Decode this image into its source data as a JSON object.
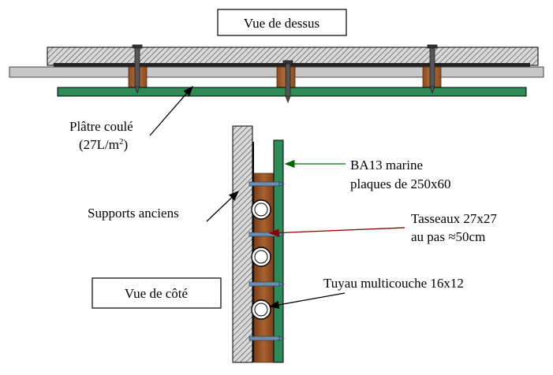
{
  "views": {
    "top": "Vue de dessus",
    "side": "Vue de côté"
  },
  "labels": {
    "plaster_line1": "Plâtre coulé",
    "plaster_line2_prefix": "(27L/m",
    "plaster_line2_sup": "2",
    "plaster_line2_suffix": ")",
    "old_supports": "Supports anciens",
    "ba13_line1": "BA13 marine",
    "ba13_line2": "plaques de 250x60",
    "battens_line1": "Tasseaux 27x27",
    "battens_line2": "au pas ≈50cm",
    "pipe": "Tuyau multicouche 16x12"
  },
  "colors": {
    "board": "#2e8b57",
    "batten": "#a0522d",
    "support": "#aaaaaa",
    "concrete": "#c8c8c8",
    "arrow_ba13": "#006400",
    "arrow_battens": "#8b0000"
  }
}
